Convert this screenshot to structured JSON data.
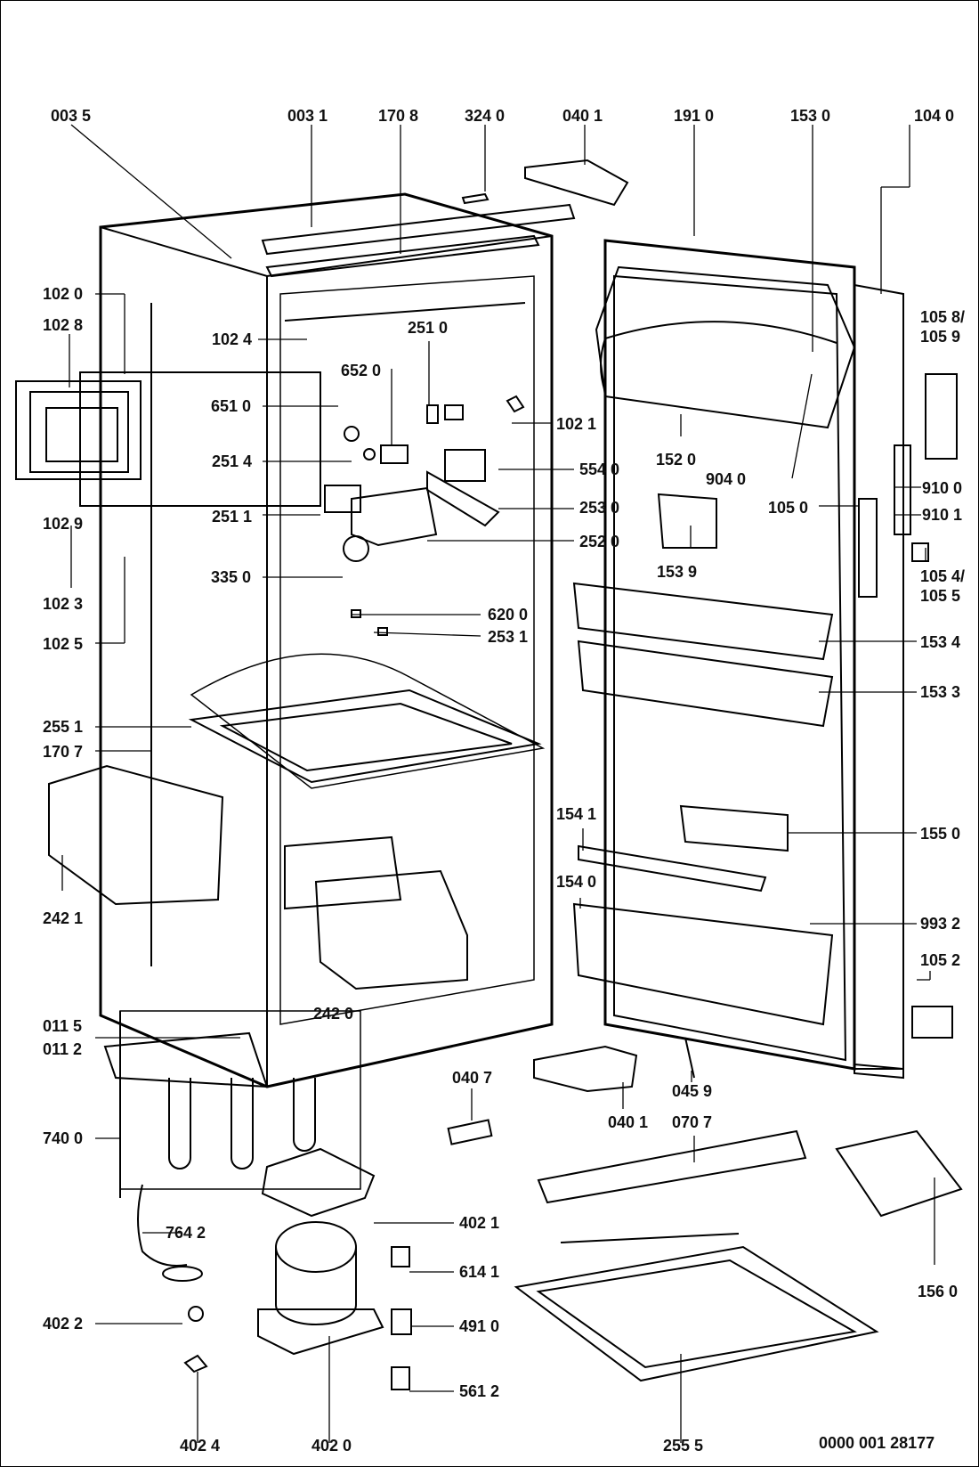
{
  "labels": [
    "003 5",
    "003 1",
    "170 8",
    "324 0",
    "040 1",
    "191 0",
    "153 0",
    "104 0",
    "102 0",
    "102 8",
    "102 4",
    "251 0",
    "652 0",
    "651 0",
    "102 1",
    "251 4",
    "554 0",
    "251 1",
    "253 0",
    "252 0",
    "102 9",
    "102 3",
    "102 5",
    "335 0",
    "620 0",
    "253 1",
    "255 1",
    "170 7",
    "242 1",
    "242 0",
    "011 5",
    "011 2",
    "740 0",
    "764 2",
    "402 2",
    "402 4",
    "402 0",
    "402 1",
    "614 1",
    "491 0",
    "561 2",
    "040 7",
    "040 1",
    "045 9",
    "070 7",
    "255 5",
    "156 0",
    "105 8/ 105 9",
    "152 0",
    "904 0",
    "105 0",
    "910 0",
    "910 1",
    "153 9",
    "105 4/ 105 5",
    "153 4",
    "153 3",
    "154 1",
    "155 0",
    "154 0",
    "993 2",
    "105 2"
  ],
  "document_number": "0000 001 28177"
}
